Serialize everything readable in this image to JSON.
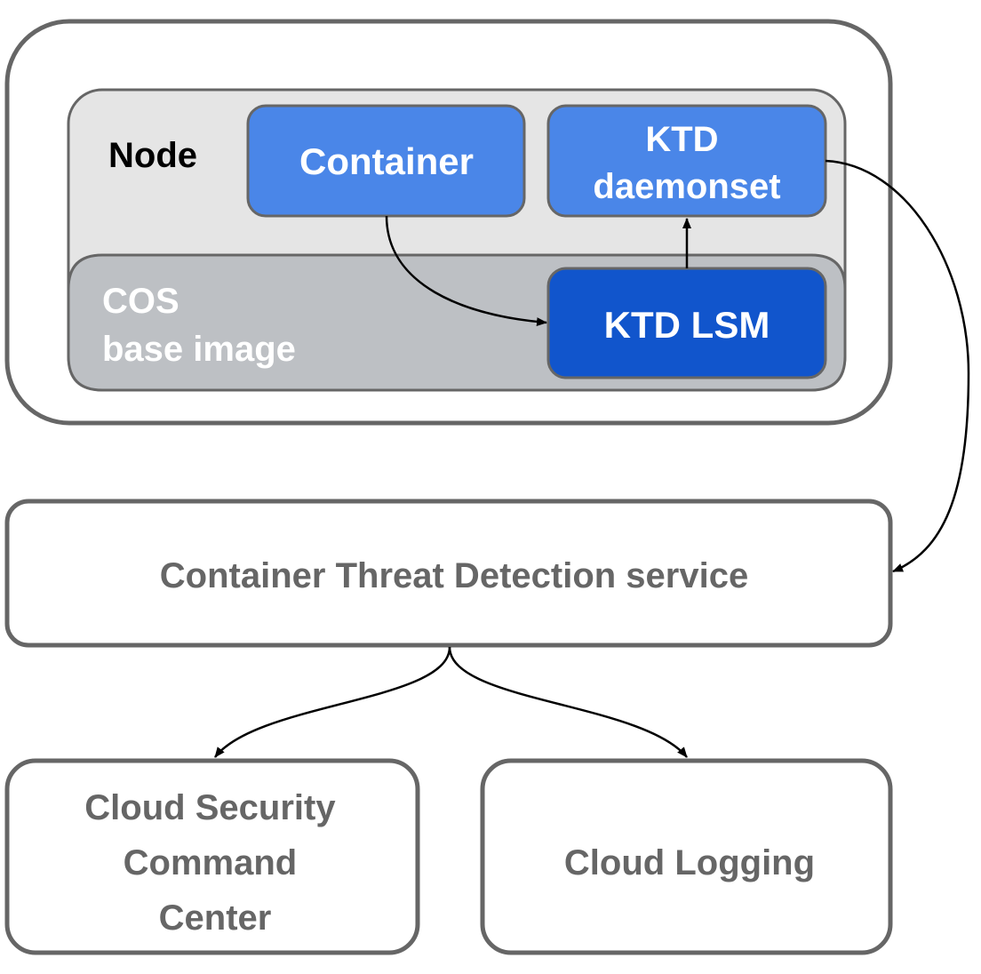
{
  "diagram": {
    "node_label": "Node",
    "container_label": "Container",
    "ktd_daemonset_line1": "KTD",
    "ktd_daemonset_line2": "daemonset",
    "cos_line1": "COS",
    "cos_line2": "base image",
    "ktd_lsm_label": "KTD LSM",
    "ctd_service_label": "Container Threat Detection service",
    "scc_line1": "Cloud Security",
    "scc_line2": "Command",
    "scc_line3": "Center",
    "logging_label": "Cloud Logging"
  },
  "colors": {
    "border": "#666666",
    "node_fill": "#e5e5e5",
    "cos_fill": "#bdc0c4",
    "container_blue": "#4a86e8",
    "lsm_blue": "#1155cc",
    "text_gray": "#666666",
    "white": "#ffffff"
  },
  "edges": [
    {
      "from": "Container",
      "to": "KTD LSM"
    },
    {
      "from": "KTD LSM",
      "to": "KTD daemonset"
    },
    {
      "from": "KTD daemonset",
      "to": "Container Threat Detection service"
    },
    {
      "from": "Container Threat Detection service",
      "to": "Cloud Security Command Center"
    },
    {
      "from": "Container Threat Detection service",
      "to": "Cloud Logging"
    }
  ]
}
